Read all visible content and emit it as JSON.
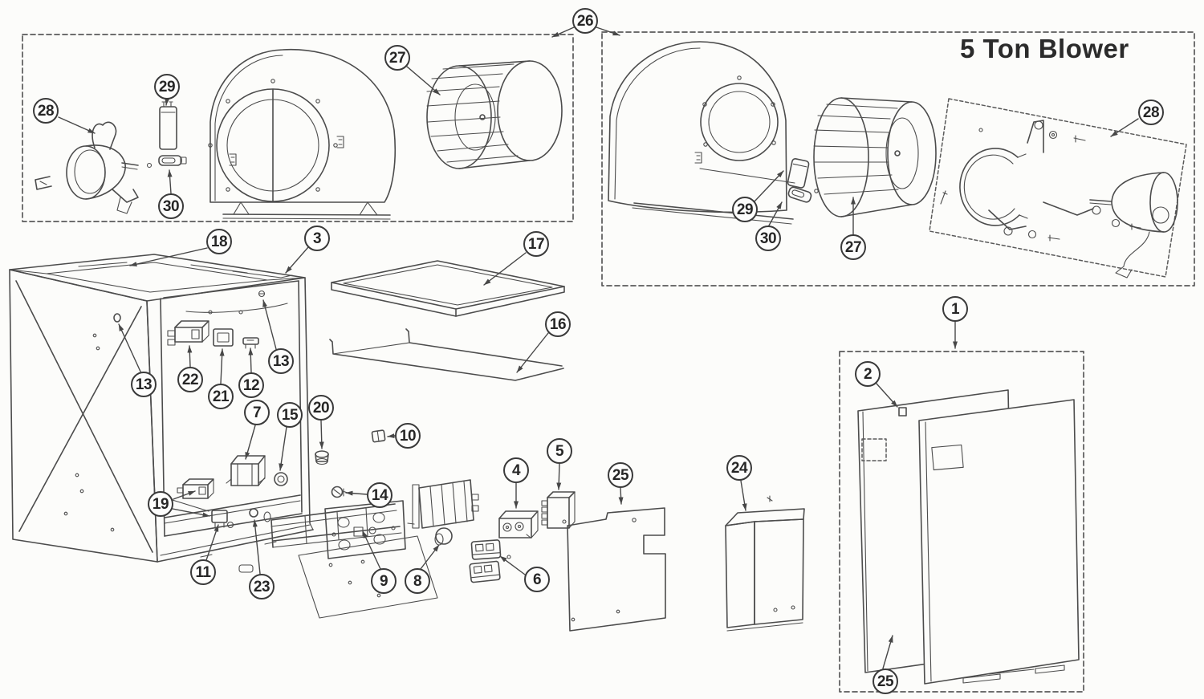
{
  "title": "5 Ton Blower",
  "callouts": {
    "c1": {
      "label": "1"
    },
    "c2": {
      "label": "2"
    },
    "c3": {
      "label": "3"
    },
    "c4": {
      "label": "4"
    },
    "c5": {
      "label": "5"
    },
    "c6": {
      "label": "6"
    },
    "c7": {
      "label": "7"
    },
    "c8": {
      "label": "8"
    },
    "c9": {
      "label": "9"
    },
    "c10": {
      "label": "10"
    },
    "c11": {
      "label": "11"
    },
    "c12": {
      "label": "12"
    },
    "c13a": {
      "label": "13"
    },
    "c13b": {
      "label": "13"
    },
    "c14": {
      "label": "14"
    },
    "c15": {
      "label": "15"
    },
    "c16": {
      "label": "16"
    },
    "c17": {
      "label": "17"
    },
    "c18": {
      "label": "18"
    },
    "c19": {
      "label": "19"
    },
    "c20": {
      "label": "20"
    },
    "c21": {
      "label": "21"
    },
    "c22": {
      "label": "22"
    },
    "c23": {
      "label": "23"
    },
    "c24": {
      "label": "24"
    },
    "c25m": {
      "label": "25"
    },
    "c25r": {
      "label": "25"
    },
    "c26": {
      "label": "26"
    },
    "c27l": {
      "label": "27"
    },
    "c27r": {
      "label": "27"
    },
    "c28l": {
      "label": "28"
    },
    "c28r": {
      "label": "28"
    },
    "c29l": {
      "label": "29"
    },
    "c29r": {
      "label": "29"
    },
    "c30l": {
      "label": "30"
    },
    "c30r": {
      "label": "30"
    }
  }
}
